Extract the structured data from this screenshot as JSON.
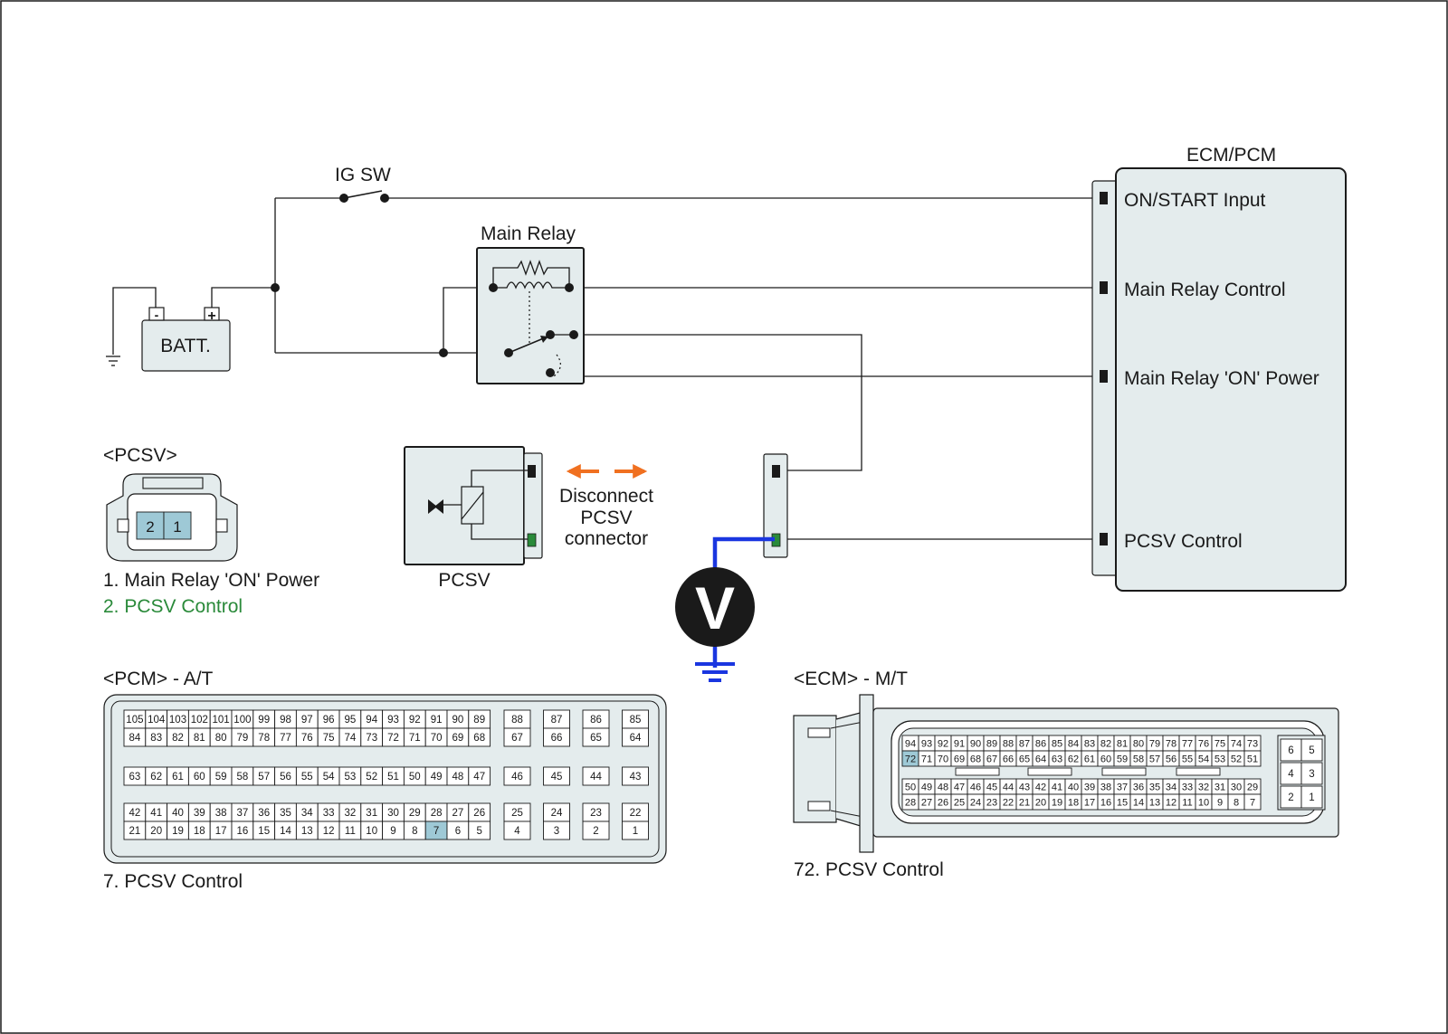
{
  "labels": {
    "ig_sw": "IG SW",
    "main_relay": "Main Relay",
    "batt": "BATT.",
    "batt_neg": "-",
    "batt_pos": "+",
    "ecm_pcm": "ECM/PCM",
    "on_start_input": "ON/START Input",
    "main_relay_control": "Main Relay Control",
    "main_relay_on_power": "Main Relay 'ON' Power",
    "pcsv_control": "PCSV Control",
    "pcsv": "PCSV",
    "disconnect_1": "Disconnect",
    "disconnect_2": "PCSV",
    "disconnect_3": "connector",
    "voltmeter": "V"
  },
  "pcsv_connector": {
    "title": "<PCSV>",
    "pins": [
      "2",
      "1"
    ],
    "legend_1": "1. Main Relay 'ON' Power",
    "legend_2": "2. PCSV Control"
  },
  "pcm_connector": {
    "title": "<PCM> - A/T",
    "caption": "7. PCSV Control",
    "highlight": "7",
    "blocks": [
      [
        [
          "105",
          "104",
          "103",
          "102",
          "101",
          "100",
          "99",
          "98",
          "97",
          "96",
          "95",
          "94",
          "93",
          "92",
          "91",
          "90",
          "89"
        ],
        [
          "84",
          "83",
          "82",
          "81",
          "80",
          "79",
          "78",
          "77",
          "76",
          "75",
          "74",
          "73",
          "72",
          "71",
          "70",
          "69",
          "68"
        ]
      ],
      [
        [
          "63",
          "62",
          "61",
          "60",
          "59",
          "58",
          "57",
          "56",
          "55",
          "54",
          "53",
          "52",
          "51",
          "50",
          "49",
          "48",
          "47"
        ]
      ],
      [
        [
          "42",
          "41",
          "40",
          "39",
          "38",
          "37",
          "36",
          "35",
          "34",
          "33",
          "32",
          "31",
          "30",
          "29",
          "28",
          "27",
          "26"
        ],
        [
          "21",
          "20",
          "19",
          "18",
          "17",
          "16",
          "15",
          "14",
          "13",
          "12",
          "11",
          "10",
          "9",
          "8",
          "7",
          "6",
          "5"
        ]
      ]
    ],
    "right_blocks": [
      [
        [
          "88",
          "87",
          "86",
          "85"
        ],
        [
          "67",
          "66",
          "65",
          "64"
        ]
      ],
      [
        [
          "46",
          "45",
          "44",
          "43"
        ]
      ],
      [
        [
          "25",
          "24",
          "23",
          "22"
        ],
        [
          "4",
          "3",
          "2",
          "1"
        ]
      ]
    ]
  },
  "ecm_connector": {
    "title": "<ECM> - M/T",
    "caption": "72. PCSV Control",
    "highlight": "72",
    "rows": [
      [
        "94",
        "93",
        "92",
        "91",
        "90",
        "89",
        "88",
        "87",
        "86",
        "85",
        "84",
        "83",
        "82",
        "81",
        "80",
        "79",
        "78",
        "77",
        "76",
        "75",
        "74",
        "73"
      ],
      [
        "72",
        "71",
        "70",
        "69",
        "68",
        "67",
        "66",
        "65",
        "64",
        "63",
        "62",
        "61",
        "60",
        "59",
        "58",
        "57",
        "56",
        "55",
        "54",
        "53",
        "52",
        "51"
      ],
      [
        "50",
        "49",
        "48",
        "47",
        "46",
        "45",
        "44",
        "43",
        "42",
        "41",
        "40",
        "39",
        "38",
        "37",
        "36",
        "35",
        "34",
        "33",
        "32",
        "31",
        "30",
        "29"
      ],
      [
        "28",
        "27",
        "26",
        "25",
        "24",
        "23",
        "22",
        "21",
        "20",
        "19",
        "18",
        "17",
        "16",
        "15",
        "14",
        "13",
        "12",
        "11",
        "10",
        "9",
        "8",
        "7"
      ]
    ],
    "side_pins": [
      [
        "6",
        "5"
      ],
      [
        "4",
        "3"
      ],
      [
        "2",
        "1"
      ]
    ]
  },
  "colors": {
    "meter_lead": "#1a36e0",
    "arrow": "#f07020",
    "highlight_pin": "#9ec9d6",
    "green_terminal": "#2a8a3a",
    "component_fill": "#e4eced",
    "legend_green": "#2a8a3a"
  }
}
